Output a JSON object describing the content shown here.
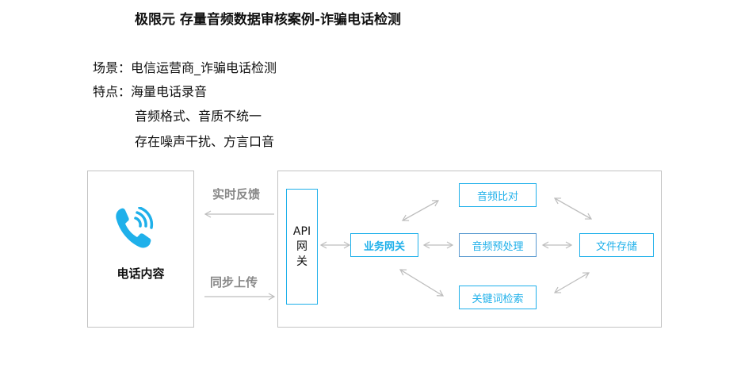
{
  "title": "极限元 存量音频数据审核案例-诈骗电话检测",
  "info": {
    "scene_label": "场景：",
    "scene_value": "电信运营商_诈骗电话检测",
    "feature_label": "特点：",
    "features": [
      "海量电话录音",
      "音频格式、音质不统一",
      "存在噪声干扰、方言口音"
    ]
  },
  "diagram": {
    "phone_label": "电话内容",
    "feedback_label": "实时反馈",
    "upload_label": "同步上传",
    "api_gateway": [
      "API",
      "网",
      "关"
    ],
    "business_gateway": "业务网关",
    "audio_compare": "音频比对",
    "audio_preprocess": "音频预处理",
    "keyword_search": "关键词检索",
    "file_storage": "文件存储"
  },
  "colors": {
    "accent": "#1fb0ea",
    "arrow": "#c0c0c0",
    "frame": "#c3c3c3"
  }
}
